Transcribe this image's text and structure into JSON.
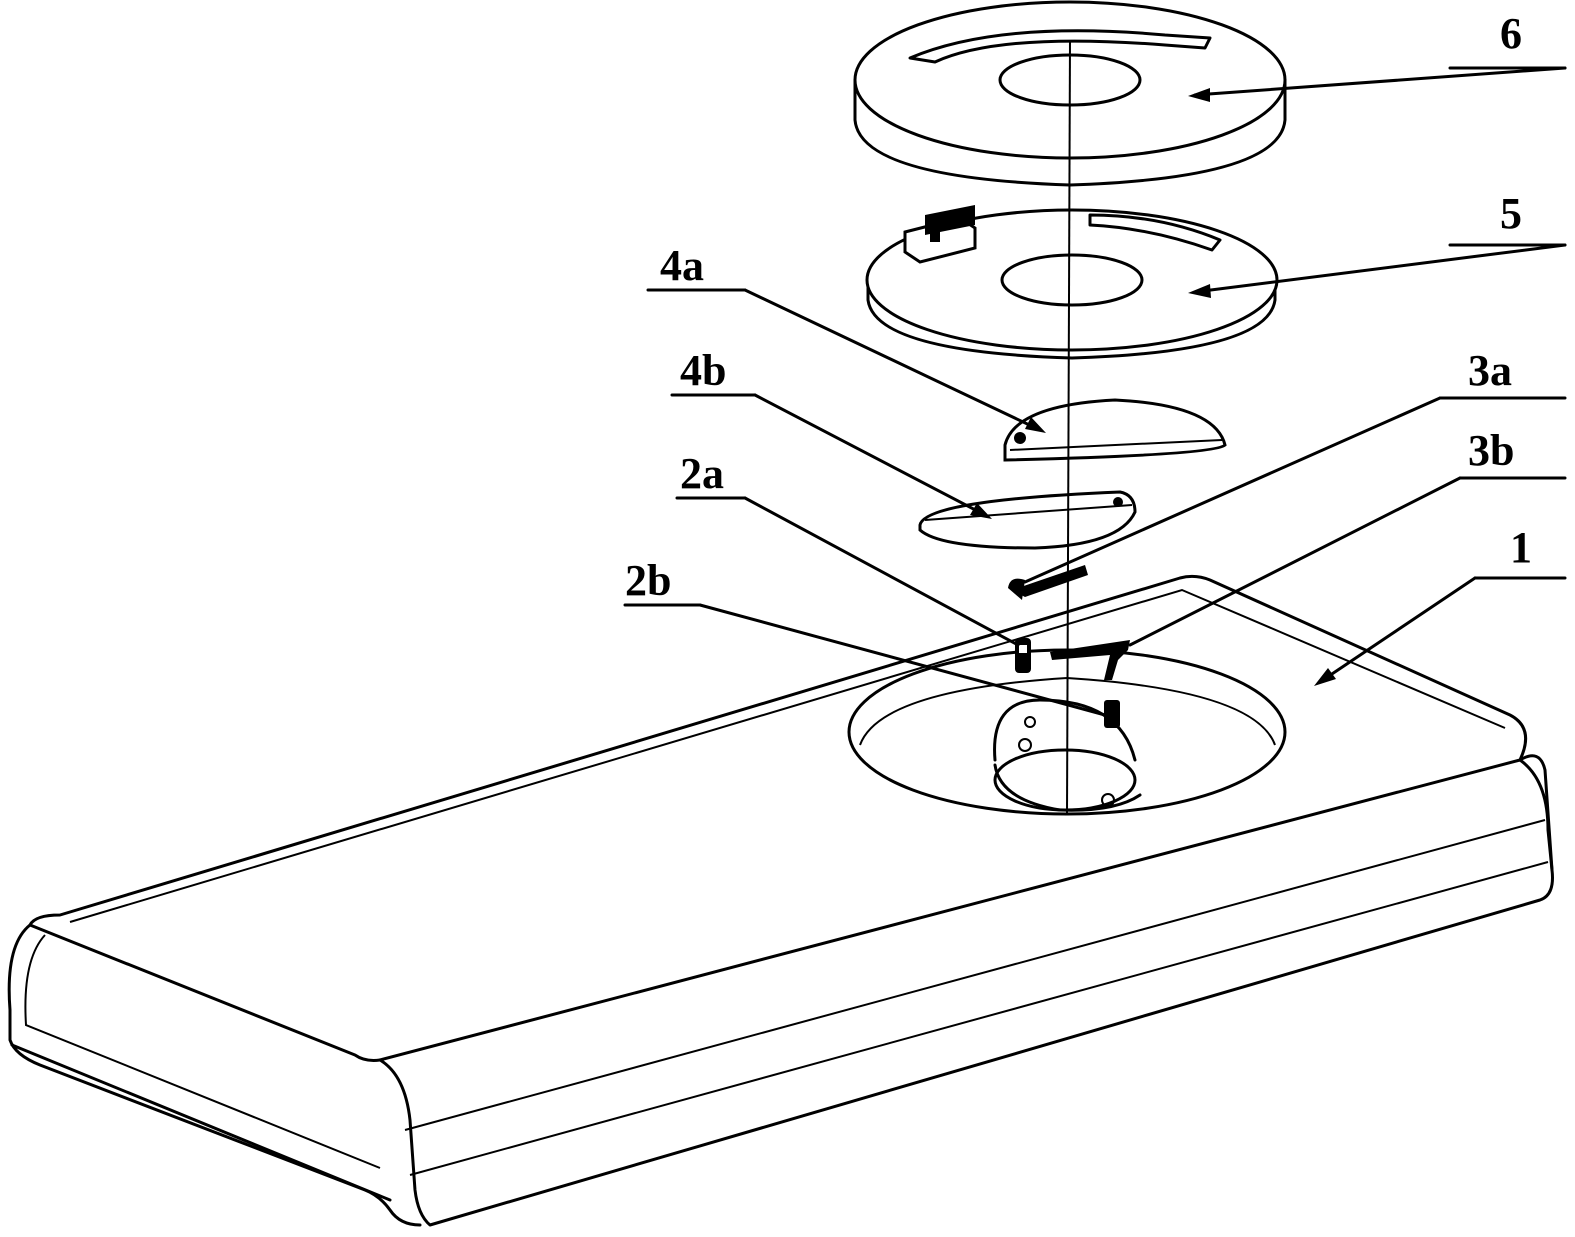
{
  "labels": {
    "part_6": "6",
    "part_5": "5",
    "part_4a": "4a",
    "part_4b": "4b",
    "part_3a": "3a",
    "part_3b": "3b",
    "part_2a": "2a",
    "part_2b": "2b",
    "part_1": "1"
  }
}
